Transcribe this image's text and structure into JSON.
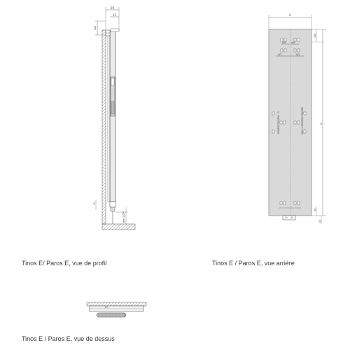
{
  "captions": {
    "profile": "Tinos E/ Paros E, vue de profil",
    "rear": "Tinos E / Paros E, vue arrière",
    "top": "Tinos E / Paros E, vue de dessus"
  },
  "dimensions": {
    "side": {
      "top_width_a": "59",
      "top_width_b": "15",
      "top_height": "100",
      "bottom_left": "71",
      "bottom_mid": "22",
      "bottom_value": "min 152"
    },
    "rear": {
      "width": "A",
      "height": "H",
      "top_offset": "150",
      "half_left": "A/2",
      "half_right": "A/2",
      "bracket_left": "A/6",
      "bracket_right": "A/6",
      "mid_left": "500/600/700/800 - 3",
      "mid_right": "A/12 x 500/600/700/800",
      "bottom_offset": "40",
      "foot": "45"
    },
    "top": {
      "width": "25"
    }
  },
  "colors": {
    "line": "#444444",
    "panel": "#d9d9d9",
    "hatch": "#7a7a7a"
  }
}
